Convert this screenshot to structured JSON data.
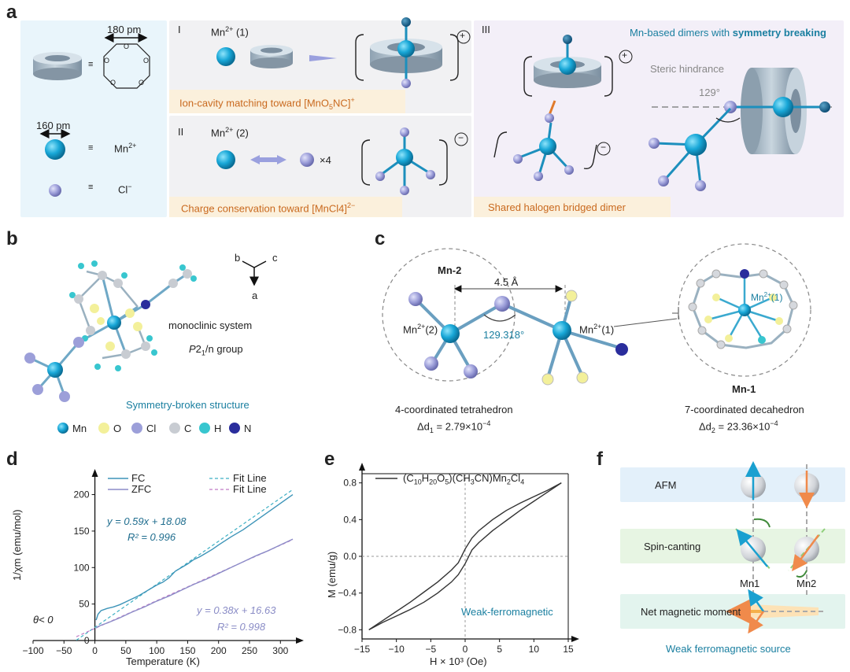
{
  "panel_labels": {
    "a": "a",
    "b": "b",
    "c": "c",
    "d": "d",
    "e": "e",
    "f": "f"
  },
  "panel_a": {
    "scale_180": "180 pm",
    "scale_160": "160 pm",
    "equiv": "≡",
    "mn_label": "Mn",
    "mn_sup": "2+",
    "cl_label": "Cl",
    "cl_sup": "−",
    "section_I": "I",
    "section_II": "II",
    "section_III": "III",
    "mn1_label": "Mn",
    "mn1_sup": "2+",
    "mn1_suffix": " (1)",
    "mn2_label": "Mn",
    "mn2_sup": "2+",
    "mn2_suffix": " (2)",
    "times4": "×4",
    "caption_I_pre": "Ion-cavity matching toward [MnO",
    "caption_I_sub": "5",
    "caption_I_post": "NC]",
    "caption_I_sup": "+",
    "caption_II_pre": "Charge conservation toward [MnCl4]",
    "caption_II_sup": "2−",
    "caption_III": "Shared halogen bridged dimer",
    "title_III_pre": "Mn-based dimers with ",
    "title_III_bold": "symmetry breaking",
    "steric": "Steric hindrance",
    "angle": "129°",
    "plus": "+",
    "minus": "−"
  },
  "panel_b": {
    "axis_b": "b",
    "axis_c": "c",
    "axis_a": "a",
    "system": "monoclinic system",
    "group_p": "P",
    "group_post": "2",
    "group_end": "/n group",
    "structure": "Symmetry-broken structure",
    "legend": [
      {
        "label": "Mn",
        "color": "#1aa8d6"
      },
      {
        "label": "O",
        "color": "#f3f09a"
      },
      {
        "label": "Cl",
        "color": "#9c9fd9"
      },
      {
        "label": "C",
        "color": "#c8ccd2"
      },
      {
        "label": "H",
        "color": "#38c6cf"
      },
      {
        "label": "N",
        "color": "#2a2d9c"
      }
    ]
  },
  "panel_c": {
    "mn2_title": "Mn-2",
    "distance": "4.5 Å",
    "mn2": "Mn",
    "mn2_sup": "2+",
    "mn2_suffix": "(2)",
    "mn1": "Mn",
    "mn1_sup": "2+",
    "mn1_suffix": "(1)",
    "angle": "129.318°",
    "mn1_title": "Mn-1",
    "mn1_inside": "Mn",
    "mn1_inside_sup": "2+",
    "mn1_inside_suffix": "(1)",
    "left_desc": "4-coordinated tetrahedron",
    "right_desc": "7-coordinated decahedron",
    "delta_left_pre": "Δd",
    "delta_left_sub": "1",
    "delta_left_val": " = 2.79×10",
    "delta_left_exp": "−4",
    "delta_right_pre": "Δd",
    "delta_right_sub": "2",
    "delta_right_val": " = 23.36×10",
    "delta_right_exp": "−4"
  },
  "chart_data": [
    {
      "type": "line",
      "panel": "d",
      "xlabel": "Temperature (K)",
      "ylabel": "1/χm (emu/mol)",
      "xlim": [
        -100,
        320
      ],
      "ylim": [
        0,
        220
      ],
      "xticks": [
        -100,
        -50,
        0,
        50,
        100,
        150,
        200,
        250,
        300
      ],
      "yticks": [
        0,
        50,
        100,
        150,
        200
      ],
      "series": [
        {
          "name": "FC",
          "color": "#3d94b8",
          "x": [
            2,
            5,
            10,
            20,
            30,
            40,
            50,
            60,
            70,
            80,
            90,
            100,
            110,
            120,
            130,
            140,
            150,
            160,
            170,
            180,
            190,
            200,
            220,
            240,
            260,
            280,
            300,
            320
          ],
          "y": [
            28,
            36,
            41,
            44,
            46,
            49,
            53,
            57,
            61,
            66,
            71,
            76,
            80,
            86,
            95,
            100,
            105,
            111,
            115,
            120,
            125,
            131,
            142,
            152,
            164,
            176,
            188,
            200
          ]
        },
        {
          "name": "ZFC",
          "color": "#8c8cc8",
          "x": [
            2,
            5,
            10,
            20,
            40,
            60,
            80,
            100,
            120,
            140,
            160,
            180,
            200,
            220,
            240,
            260,
            280,
            300,
            320
          ],
          "y": [
            17,
            19,
            21,
            24,
            31,
            39,
            46,
            54,
            61,
            69,
            77,
            84,
            92,
            100,
            108,
            116,
            123,
            131,
            139
          ]
        }
      ],
      "fits": [
        {
          "name": "Fit Line",
          "color": "#3fb0c4",
          "slope": 0.59,
          "intercept": 18.08,
          "equation": "y = 0.59x + 18.08",
          "r2": "R² = 0.996"
        },
        {
          "name": "Fit Line",
          "color": "#c07bc5",
          "slope": 0.38,
          "intercept": 16.63,
          "equation": "y = 0.38x + 16.63",
          "r2": "R² = 0.998"
        }
      ],
      "annotation": "θ< 0"
    },
    {
      "type": "line",
      "panel": "e",
      "xlabel": "H × 10³ (Oe)",
      "ylabel": "M (emu/g)",
      "xlim": [
        -15,
        15
      ],
      "ylim": [
        -0.9,
        0.9
      ],
      "xticks": [
        -15,
        -10,
        -5,
        0,
        5,
        10,
        15
      ],
      "yticks": [
        -0.8,
        -0.4,
        0.0,
        0.4,
        0.8
      ],
      "legend": "(C10H20O5)(CH3CN)Mn2Cl4",
      "annotation": "Weak-ferromagnetic",
      "series": [
        {
          "name": "upper branch",
          "color": "#333333",
          "x": [
            -14,
            -12,
            -10,
            -8,
            -6,
            -4,
            -2,
            -1,
            0,
            1,
            2,
            4,
            6,
            8,
            10,
            12,
            14
          ],
          "y": [
            -0.8,
            -0.7,
            -0.6,
            -0.5,
            -0.39,
            -0.28,
            -0.15,
            -0.07,
            0.08,
            0.2,
            0.28,
            0.4,
            0.5,
            0.58,
            0.65,
            0.72,
            0.8
          ]
        },
        {
          "name": "lower branch",
          "color": "#333333",
          "x": [
            -14,
            -12,
            -10,
            -8,
            -6,
            -4,
            -2,
            -1,
            0,
            1,
            2,
            4,
            6,
            8,
            10,
            12,
            14
          ],
          "y": [
            -0.8,
            -0.72,
            -0.65,
            -0.58,
            -0.5,
            -0.4,
            -0.28,
            -0.2,
            -0.08,
            0.07,
            0.15,
            0.28,
            0.39,
            0.5,
            0.6,
            0.7,
            0.8
          ]
        }
      ]
    }
  ],
  "panel_f": {
    "afm": "AFM",
    "canting": "Spin-canting",
    "net": "Net magnetic moment",
    "mn1": "Mn1",
    "mn2": "Mn2",
    "source": "Weak ferromagnetic source"
  },
  "legend_d": {
    "fc": "FC",
    "zfc": "ZFC",
    "fit1": "Fit Line",
    "fit2": "Fit Line"
  }
}
